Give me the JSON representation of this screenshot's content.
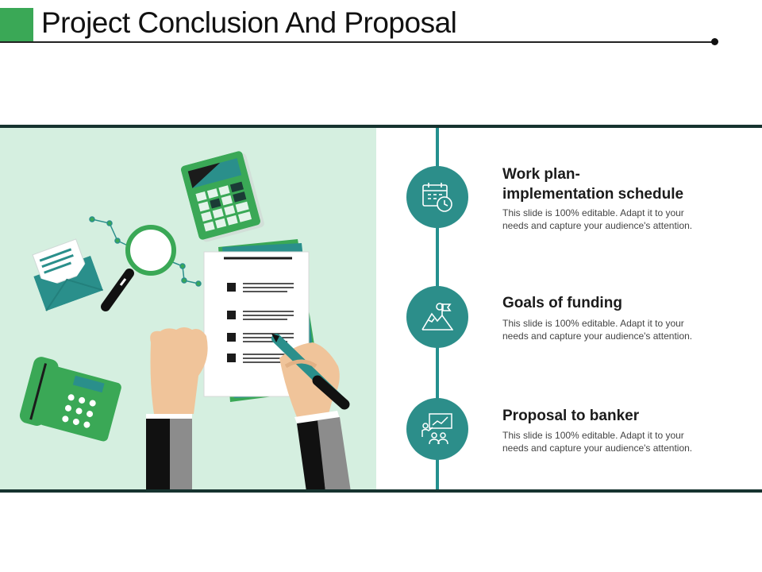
{
  "header": {
    "title": "Project Conclusion And Proposal"
  },
  "items": [
    {
      "title_line1": "Work plan-",
      "title_line2": "implementation schedule",
      "desc_line1": "This slide is 100% editable. Adapt it to your",
      "desc_line2": "needs and capture your audience's attention.",
      "icon": "calendar-clock-icon"
    },
    {
      "title_line1": "Goals of funding",
      "desc_line1": "This slide is 100% editable. Adapt it to your",
      "desc_line2": "needs and capture your audience's attention.",
      "icon": "mountain-flag-icon"
    },
    {
      "title_line1": "Proposal to banker",
      "desc_line1": "This slide is 100% editable. Adapt it to your",
      "desc_line2": "needs and capture your audience's attention.",
      "icon": "presentation-audience-icon"
    }
  ],
  "colors": {
    "accent_green": "#3aa856",
    "teal": "#2c8e8a",
    "dark_band": "#16332f",
    "panel_bg": "#d5efe0"
  }
}
